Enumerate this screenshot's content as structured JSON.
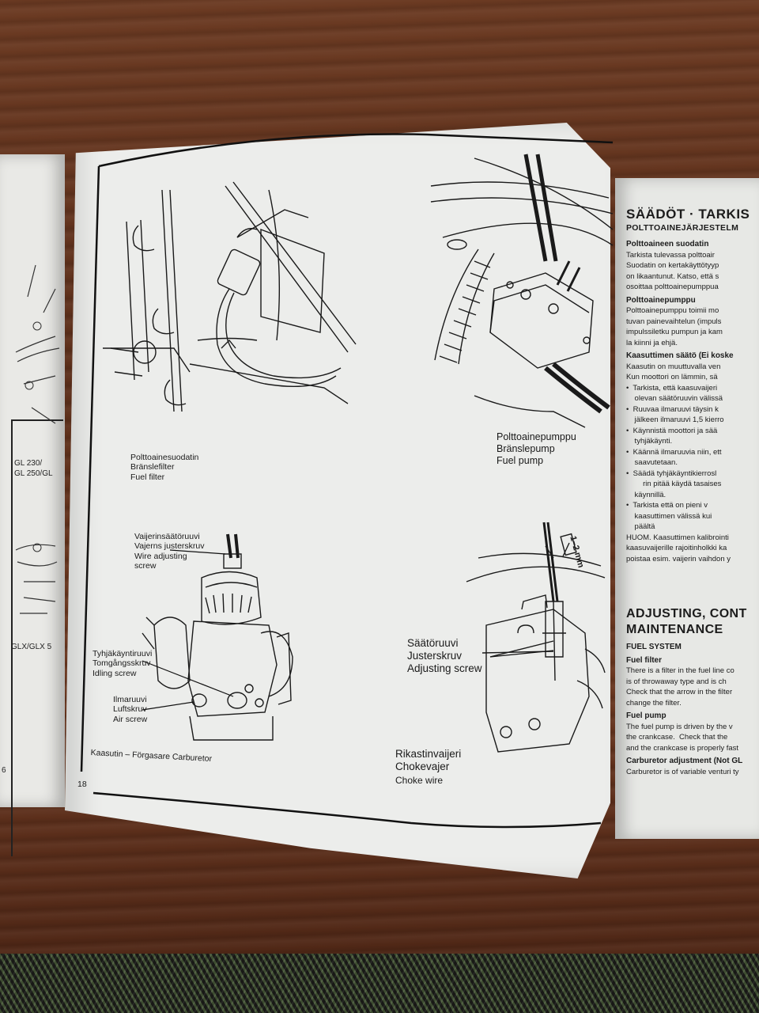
{
  "left_page": {
    "labels": [
      "GL 230/",
      "GL 250/GL",
      "GLX/GLX 5"
    ],
    "page_number": "6"
  },
  "center_page": {
    "page_number": "18",
    "captions": {
      "fuel_filter": [
        "Polttoainesuodatin",
        "Bränslefilter",
        "Fuel filter"
      ],
      "fuel_pump": [
        "Polttoainepumppu",
        "Bränslepump",
        "Fuel pump"
      ],
      "wire_screw": [
        "Vaijerinsäätöruuvi",
        "Vajerns justerskruv",
        "Wire adjusting",
        "screw"
      ],
      "idling_screw": [
        "Tyhjäkäyntiruuvi",
        "Tomgångsskruv",
        "Idling screw"
      ],
      "air_screw": [
        "Ilmaruuvi",
        "Luftskruv",
        "Air screw"
      ],
      "carburetor": "Kaasutin – Förgasare  Carburetor",
      "adjusting_screw": [
        "Säätöruuvi",
        "Justerskruv",
        "Adjusting screw"
      ],
      "choke_wire": [
        "Rikastinvaijeri",
        "Chokevajer",
        "Choke wire"
      ],
      "gap": "1–2 mm"
    }
  },
  "right_page": {
    "title": "SÄÄDÖT · TARKIS",
    "subtitle": "POLTTOAINEJÄRJESTELM",
    "lines": [
      {
        "style": "h3",
        "text": "Polttoaineen suodatin"
      },
      {
        "style": "t",
        "text": "Tarkista tulevassa polttoair"
      },
      {
        "style": "t",
        "text": "Suodatin on kertakäyttötyyp"
      },
      {
        "style": "t",
        "text": "on likaantunut. Katso, että s"
      },
      {
        "style": "t",
        "text": "osoittaa polttoainepumppua"
      },
      {
        "style": "h3",
        "text": "Polttoainepumppu"
      },
      {
        "style": "t",
        "text": "Polttoainepumppu toimii mo"
      },
      {
        "style": "t",
        "text": "tuvan painevaihtelun (impuls"
      },
      {
        "style": "t",
        "text": "impulssiletku pumpun ja kam"
      },
      {
        "style": "t",
        "text": "la kiinni ja ehjä."
      },
      {
        "style": "h3",
        "text": "Kaasuttimen säätö (Ei koske"
      },
      {
        "style": "t",
        "text": "Kaasutin on muuttuvalla ven"
      },
      {
        "style": "t",
        "text": "Kun moottori on lämmin, sä"
      },
      {
        "style": "t",
        "text": "•  Tarkista, että kaasuvaijeri"
      },
      {
        "style": "t",
        "text": "    olevan säätöruuvin välissä"
      },
      {
        "style": "t",
        "text": "•  Ruuvaa ilmaruuvi täysin k"
      },
      {
        "style": "t",
        "text": "    jälkeen ilmaruuvi 1,5 kierro"
      },
      {
        "style": "t",
        "text": "•  Käynnistä moottori ja sää"
      },
      {
        "style": "t",
        "text": "    tyhjäkäynti."
      },
      {
        "style": "t",
        "text": "•  Käännä ilmaruuvia niin, ett"
      },
      {
        "style": "t",
        "text": "    saavutetaan."
      },
      {
        "style": "t",
        "text": "•  Säädä tyhjäkäyntikierrosl"
      },
      {
        "style": "t",
        "text": "        rin pitää käydä tasaises"
      },
      {
        "style": "t",
        "text": "    käynnillä."
      },
      {
        "style": "t",
        "text": "•  Tarkista että on pieni v"
      },
      {
        "style": "t",
        "text": "    kaasuttimen välissä kui"
      },
      {
        "style": "t",
        "text": "    päältä"
      },
      {
        "style": "t",
        "text": "HUOM. Kaasuttimen kalibrointi"
      },
      {
        "style": "t",
        "text": "kaasuvaijerille rajoitinholkki ka"
      },
      {
        "style": "t",
        "text": "poistaa esim. vaijerin vaihdon y"
      }
    ],
    "english_title_1": "ADJUSTING, CONT",
    "english_title_2": "MAINTENANCE",
    "english_lines": [
      {
        "style": "h3",
        "text": "FUEL SYSTEM"
      },
      {
        "style": "h3",
        "text": "Fuel filter"
      },
      {
        "style": "t",
        "text": "There is a filter in the fuel line co"
      },
      {
        "style": "t",
        "text": "is of throwaway type and is ch"
      },
      {
        "style": "t",
        "text": "Check that the arrow in the filter"
      },
      {
        "style": "t",
        "text": "change the filter."
      },
      {
        "style": "h3",
        "text": "Fuel pump"
      },
      {
        "style": "t",
        "text": "The fuel pump is driven by the v"
      },
      {
        "style": "t",
        "text": "the crankcase.  Check that the"
      },
      {
        "style": "t",
        "text": "and the crankcase is properly fast"
      },
      {
        "style": "h3",
        "text": "Carburetor adjustment (Not GL"
      },
      {
        "style": "t",
        "text": "Carburetor is of variable venturi ty"
      }
    ]
  }
}
